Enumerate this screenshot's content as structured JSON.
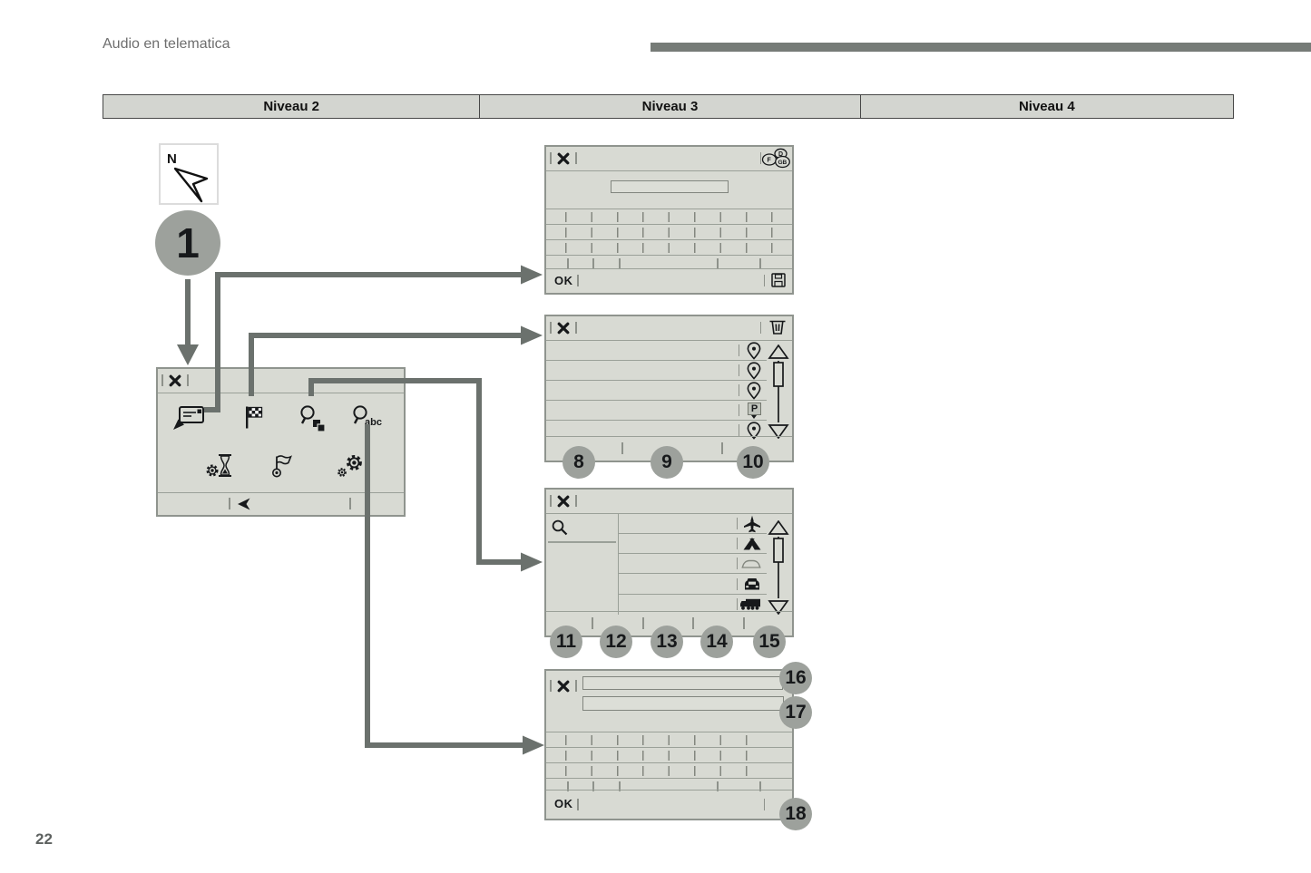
{
  "page": {
    "section_title": "Audio en telematica",
    "page_number": "22"
  },
  "table": {
    "columns": [
      "Niveau 2",
      "Niveau 3",
      "Niveau 4"
    ]
  },
  "compass": {
    "north": "N"
  },
  "callouts": {
    "c1": "1",
    "c8": "8",
    "c9": "9",
    "c10": "10",
    "c11": "11",
    "c12": "12",
    "c13": "13",
    "c14": "14",
    "c15": "15",
    "c16": "16",
    "c17": "17",
    "c18": "18"
  },
  "menu_screen": {
    "icons_row1": [
      "enter-address",
      "destination-checkered-flag",
      "poi-search",
      "alphabetical-search"
    ],
    "icons_row2": [
      "timed-settings",
      "waypoint-flag",
      "system-settings"
    ],
    "abc_label": "abc",
    "back_icon": "back-cursor"
  },
  "keyboard_screen_top": {
    "ok_label": "OK",
    "language_labels": [
      "F",
      "D",
      "GB"
    ],
    "save_icon": "floppy-disk"
  },
  "stored_destinations_screen": {
    "parking_label": "P",
    "delete_icon": "trash-can",
    "row_icons": [
      "map-pin",
      "map-pin",
      "map-pin",
      "parking",
      "map-pin"
    ]
  },
  "poi_categories_screen": {
    "search_icon": "magnifier",
    "category_icons": [
      "airplane",
      "tent",
      "car-silhouette",
      "car-front",
      "truck"
    ]
  },
  "keyboard_screen_bottom": {
    "ok_label": "OK"
  },
  "colors": {
    "accent_bar": "#767b77",
    "screen_bg": "#d8dad3",
    "screen_border": "#8f948e",
    "connector": "#6b716d",
    "callout": "#9da19c",
    "header_cell_bg": "#d3d5d0"
  }
}
